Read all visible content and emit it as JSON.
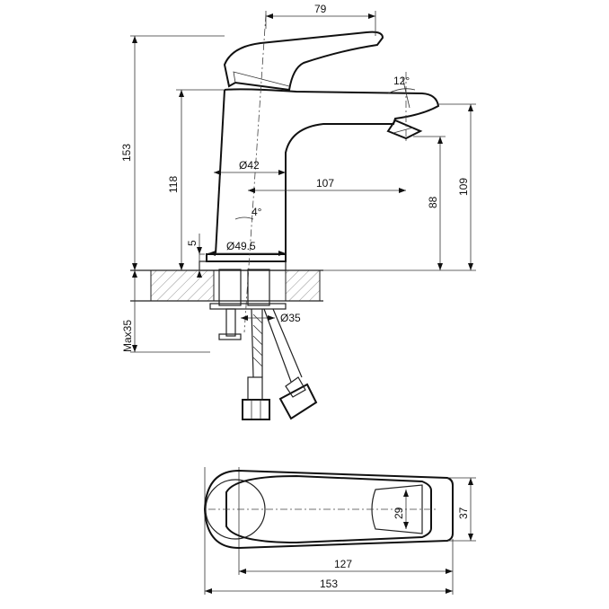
{
  "dimensions": {
    "top_width": "79",
    "total_height": "153",
    "body_height": "118",
    "spout_tilt": "12°",
    "body_diameter": "Ø42",
    "spout_reach": "107",
    "spout_height": "88",
    "spout_top_height": "109",
    "body_tilt": "4°",
    "base_gap": "5",
    "base_diameter": "Ø49.5",
    "hole_diameter": "Ø35",
    "max_deck": "Max35",
    "plan_inner_height": "29",
    "plan_outer_height": "37",
    "plan_inner_length": "127",
    "plan_total_length": "153"
  }
}
